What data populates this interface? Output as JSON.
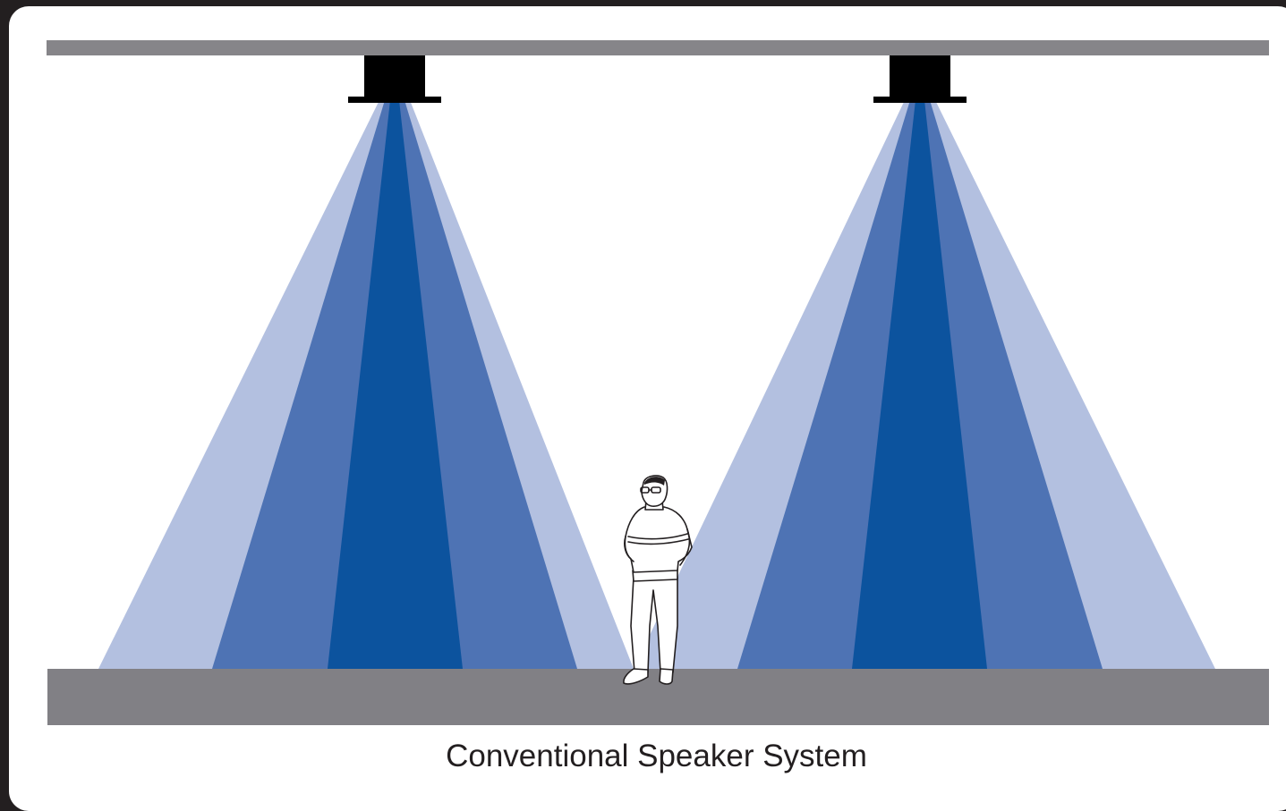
{
  "caption": "Conventional Speaker System",
  "colors": {
    "background": "#231f20",
    "panel": "#ffffff",
    "ceiling": "#868589",
    "floor": "#818085",
    "speaker": "#000000",
    "cone_outer": "#b3c0e0",
    "cone_middle": "#4e73b4",
    "cone_inner": "#0c539e"
  },
  "speakers": [
    {
      "name": "speaker-left"
    },
    {
      "name": "speaker-right"
    }
  ],
  "person": {
    "icon": "standing-person-icon"
  }
}
